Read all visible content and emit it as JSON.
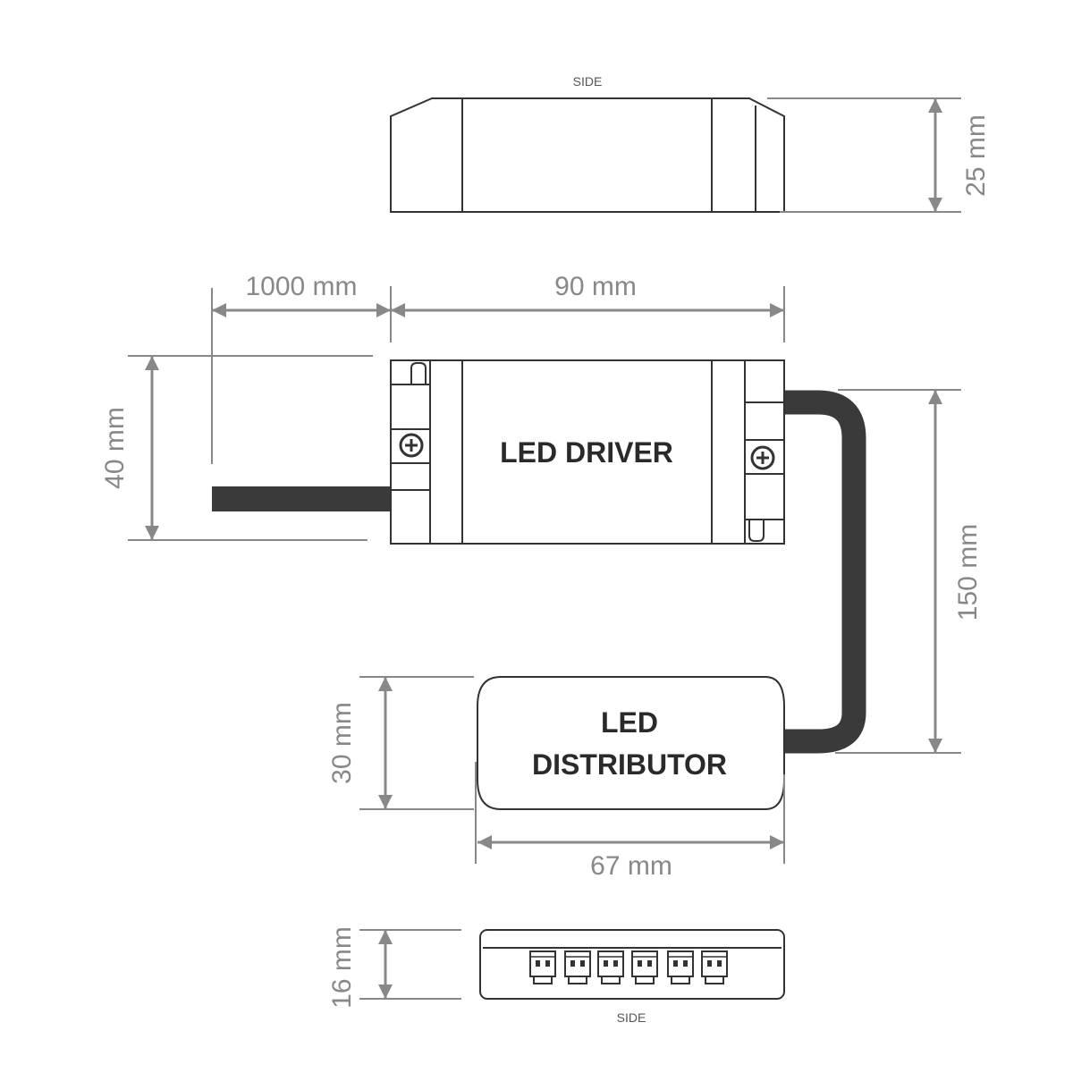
{
  "colors": {
    "outline": "#333333",
    "dimension": "#888888",
    "cable": "#3a3a3a",
    "background": "#ffffff"
  },
  "views": {
    "driver_side_label": "SIDE",
    "distributor_side_label": "SIDE"
  },
  "components": {
    "driver_label": "LED DRIVER",
    "distributor_label_line1": "LED",
    "distributor_label_line2": "DISTRIBUTOR"
  },
  "dimensions": {
    "driver_side_height": "25 mm",
    "input_cable_length": "1000 mm",
    "driver_width": "90 mm",
    "driver_height": "40 mm",
    "connection_cable_length": "150 mm",
    "distributor_height": "30 mm",
    "distributor_width": "67 mm",
    "distributor_side_height": "16 mm"
  },
  "icons": [
    "screw-icon",
    "connector-socket-icon"
  ]
}
